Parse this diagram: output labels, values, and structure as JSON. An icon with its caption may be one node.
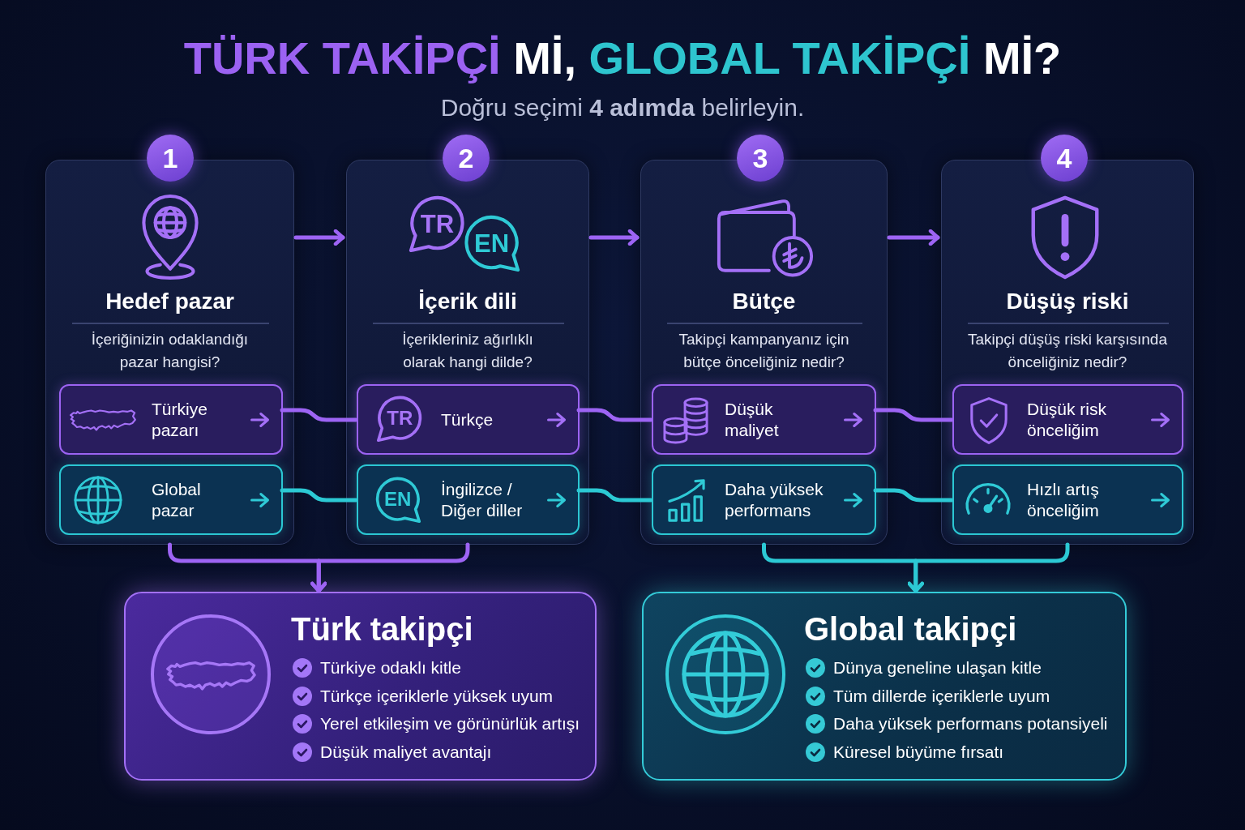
{
  "diagram": {
    "title": "TÜRK TAKİPÇİ Mİ, GLOBAL TAKİPÇİ Mİ?",
    "nodes": [
      {
        "text": [
          "1"
        ]
      },
      {
        "text": [
          "Hedef pazar",
          "İçeriğinizin odaklandığı pazar hangisi?"
        ]
      },
      {
        "text": [
          "Türkiye pazarı"
        ],
        "in": 1
      },
      {
        "text": [
          "Global pazar"
        ],
        "in": 1
      },
      {
        "text": [
          "2"
        ]
      },
      {
        "text": [
          "İçerik dili",
          "İçerikleriniz ağırlıklı olarak hangi dilde?"
        ]
      },
      {
        "text": [
          "TR"
        ],
        "in": 5
      },
      {
        "text": [
          "EN"
        ],
        "in": 5
      },
      {
        "text": [
          "Türkçe"
        ],
        "in": 5
      },
      {
        "text": [
          "TR"
        ],
        "in": 8
      },
      {
        "text": [
          "İngilizce / Diğer diller"
        ],
        "in": 5
      },
      {
        "text": [
          "EN"
        ],
        "in": 10
      },
      {
        "text": [
          "3"
        ]
      },
      {
        "text": [
          "Bütçe",
          "Takipçi kampanyanız için bütçe önceliğiniz nedir?"
        ]
      },
      {
        "text": [
          "Düşük maliyet"
        ],
        "in": 13
      },
      {
        "text": [
          "Daha yüksek performans"
        ],
        "in": 13
      },
      {
        "text": [
          "4"
        ]
      },
      {
        "text": [
          "Düşüş riski",
          "Takipçi düşüş riski karşısında önceliğiniz nedir?"
        ]
      },
      {
        "text": [
          "Düşük risk önceliğim"
        ],
        "in": 17
      },
      {
        "text": [
          "Hızlı artış önceliğim"
        ],
        "in": 17
      },
      {
        "text": [
          "Türk takipçi",
          "Türkiye odaklı kitle",
          "Türkçe içeriklerle yüksek uyum",
          "Yerel etkileşim ve görünürlük artışı",
          "Düşük maliyet avantajı"
        ]
      },
      {
        "text": [
          "Global takipçi",
          "Dünya geneline ulaşan kitle",
          "Tüm dillerde içeriklerle uyum",
          "Daha yüksek performans potansiyeli",
          "Küresel büyüme fırsatı"
        ]
      }
    ],
    "edges": [
      {
        "from": 1,
        "to": 5,
        "arrow": "to"
      },
      {
        "from": 5,
        "to": 13,
        "arrow": "to"
      },
      {
        "from": 13,
        "to": 17,
        "arrow": "to"
      },
      {
        "from": 2,
        "to": 8,
        "arrow": "none"
      },
      {
        "from": 8,
        "to": 14,
        "arrow": "none"
      },
      {
        "from": 14,
        "to": 18,
        "arrow": "none"
      },
      {
        "from": 3,
        "to": 10,
        "arrow": "none",
        "color": "#2cc9d4"
      },
      {
        "from": 10,
        "to": 15,
        "arrow": "none",
        "color": "#2cc9d4"
      },
      {
        "from": 15,
        "to": 19,
        "arrow": "none",
        "color": "#2cc9d4"
      },
      {
        "from": 1,
        "to": 20,
        "arrow": "to"
      },
      {
        "from": 5,
        "to": 20,
        "arrow": "to"
      },
      {
        "from": 13,
        "to": 21,
        "arrow": "to",
        "color": "#2cc9d4"
      },
      {
        "from": 17,
        "to": 21,
        "arrow": "to",
        "color": "#2cc9d4"
      }
    ],
    "labels": [
      "Doğru seçimi **4 adımda** belirleyin."
    ]
  }
}
